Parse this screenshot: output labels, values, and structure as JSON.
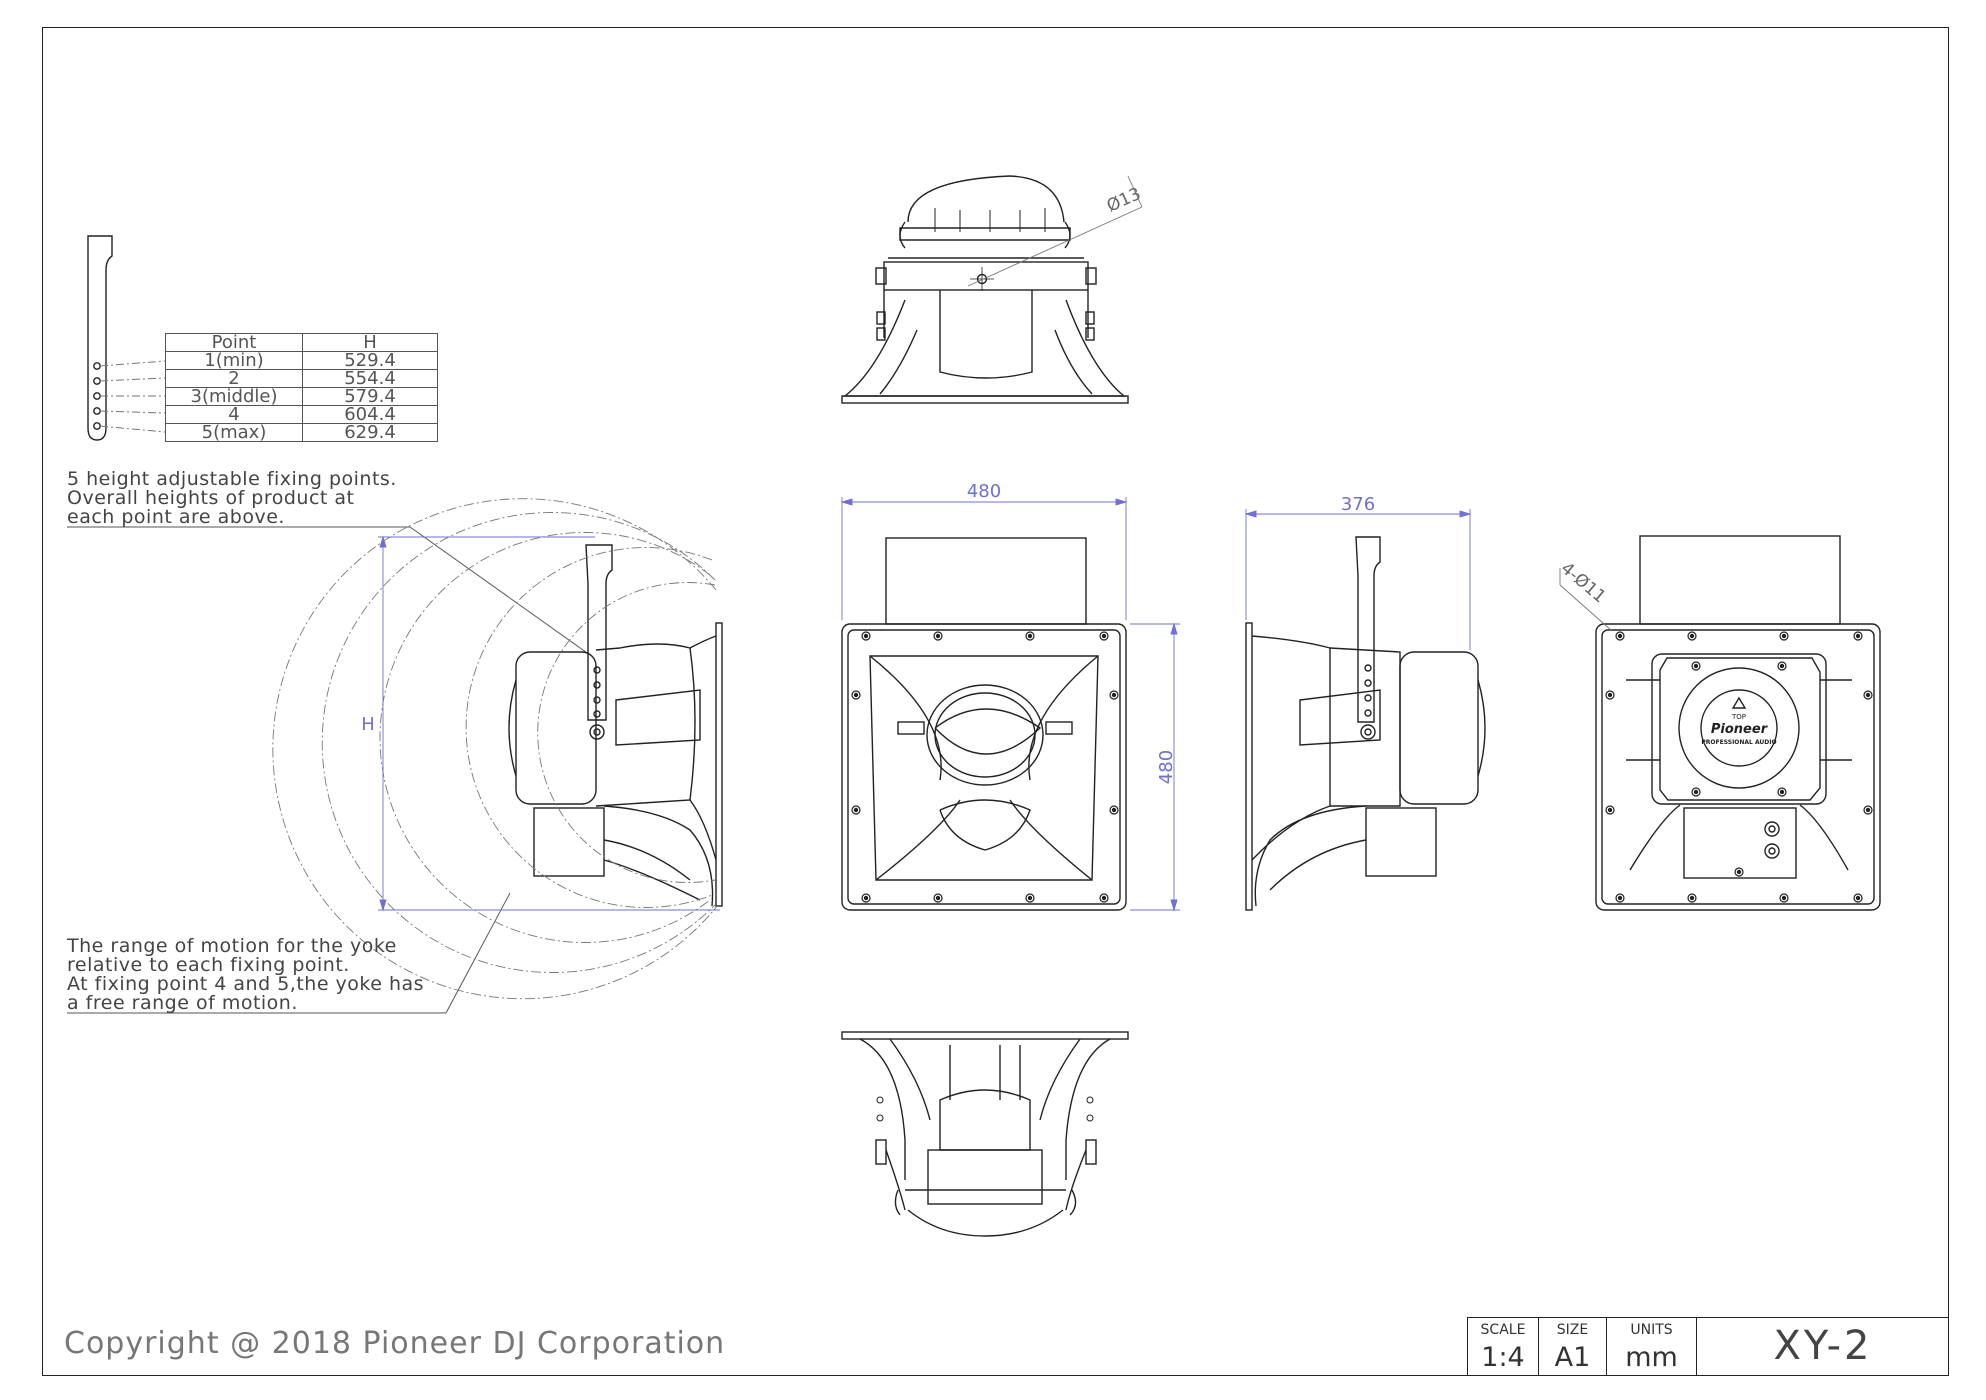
{
  "notes": {
    "fixing_points": [
      "5 height adjustable fixing points.",
      "Overall heights of product at",
      "each point are above."
    ],
    "yoke_range": [
      "The range of motion for the yoke",
      "relative to each fixing point.",
      "At fixing point 4 and 5,the yoke has",
      "a free range of motion."
    ]
  },
  "points_table": {
    "headers": [
      "Point",
      "H"
    ],
    "rows": [
      [
        "1(min)",
        "529.4"
      ],
      [
        "2",
        "554.4"
      ],
      [
        "3(middle)",
        "579.4"
      ],
      [
        "4",
        "604.4"
      ],
      [
        "5(max)",
        "629.4"
      ]
    ]
  },
  "dimensions": {
    "width_front": "480",
    "height_front": "480",
    "depth_side": "376",
    "hole_top": "Ø13",
    "holes_rear": "4-Ø11",
    "height_label": "H"
  },
  "rear_badge": {
    "top_mark": "TOP",
    "brand": "Pioneer",
    "sub": "PROFESSIONAL AUDIO"
  },
  "copyright": "Copyright @ 2018 Pioneer DJ Corporation",
  "title_block": {
    "scale_label": "SCALE",
    "scale_value": "1:4",
    "size_label": "SIZE",
    "size_value": "A1",
    "units_label": "UNITS",
    "units_value": "mm",
    "model": "XY-2"
  },
  "colors": {
    "line": "#222222",
    "dimension": "#6f6fd6",
    "text": "#444444"
  }
}
